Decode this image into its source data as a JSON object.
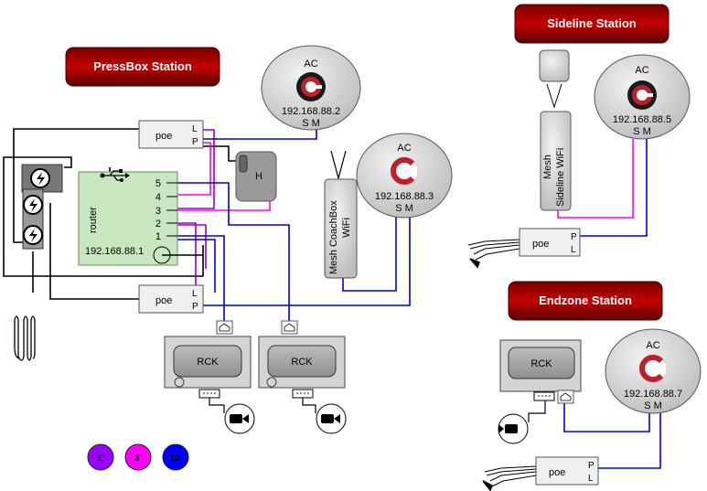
{
  "stations": {
    "pressbox": "PressBox Station",
    "sideline": "Sideline Station",
    "endzone": "Endzone Station"
  },
  "ac": {
    "label": "AC",
    "sm": "S M",
    "pressbox_top_ip": "192.168.88.2",
    "pressbox_mid_ip": "192.168.88.3",
    "sideline_ip": "192.168.88.5",
    "endzone_ip": "192.168.88.7"
  },
  "router": {
    "label": "router",
    "ip": "192.168.88.1",
    "ports": [
      "5",
      "4",
      "3",
      "2",
      "1"
    ]
  },
  "hub_label": "H",
  "poe": {
    "label": "poe",
    "l": "L",
    "p": "P"
  },
  "mesh": {
    "coachbox_line1": "Mesh CoachBox",
    "coachbox_line2": "WiFi",
    "sideline_line1": "Mesh",
    "sideline_line2": "Sideline WiFi"
  },
  "rck_label": "RCK",
  "legend": [
    {
      "label": "1'",
      "color": "#9900ff"
    },
    {
      "label": "3'",
      "color": "#ff00ff"
    },
    {
      "label": "10'",
      "color": "#0000ff"
    }
  ],
  "colors": {
    "title_bg": "#a00000",
    "router_fill": "#c8e6c0",
    "wire_purple": "#9900cc",
    "wire_magenta": "#ff00ff",
    "wire_blue": "#0000cc"
  }
}
